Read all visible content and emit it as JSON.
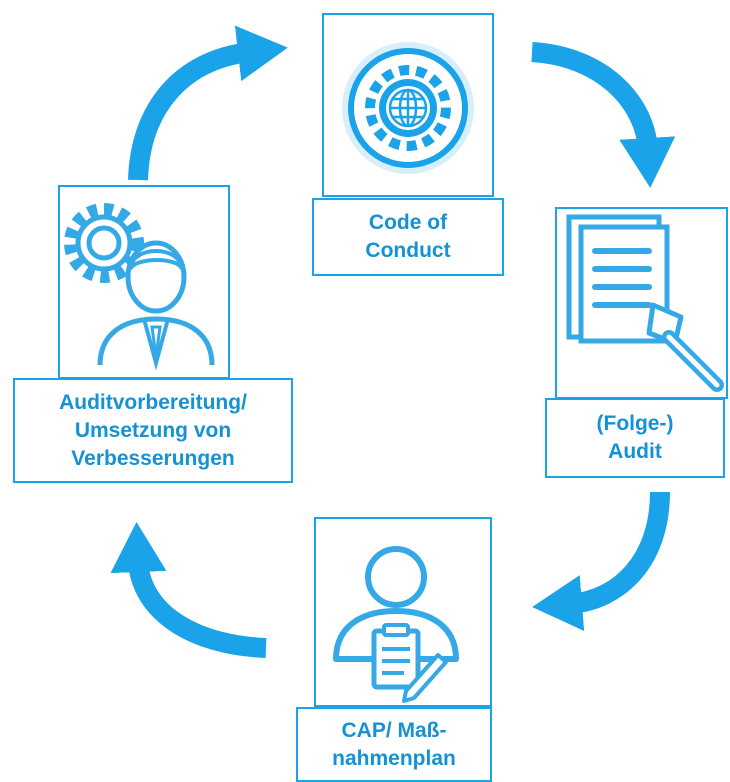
{
  "colors": {
    "accent": "#1aa3e8",
    "label_text": "#1591d6",
    "icon_stroke": "#35a9e6"
  },
  "steps": [
    {
      "icon": "gear-globe-icon",
      "label_lines": [
        "Code of",
        "Conduct"
      ]
    },
    {
      "icon": "document-magnifier-icon",
      "label_lines": [
        "(Folge-)",
        "Audit"
      ]
    },
    {
      "icon": "person-clipboard-icon",
      "label_lines": [
        "CAP/ Maß-",
        "nahmenplan"
      ]
    },
    {
      "icon": "gear-person-icon",
      "label_lines": [
        "Auditvorbereitung/",
        "Umsetzung von",
        "Verbesserungen"
      ]
    }
  ]
}
